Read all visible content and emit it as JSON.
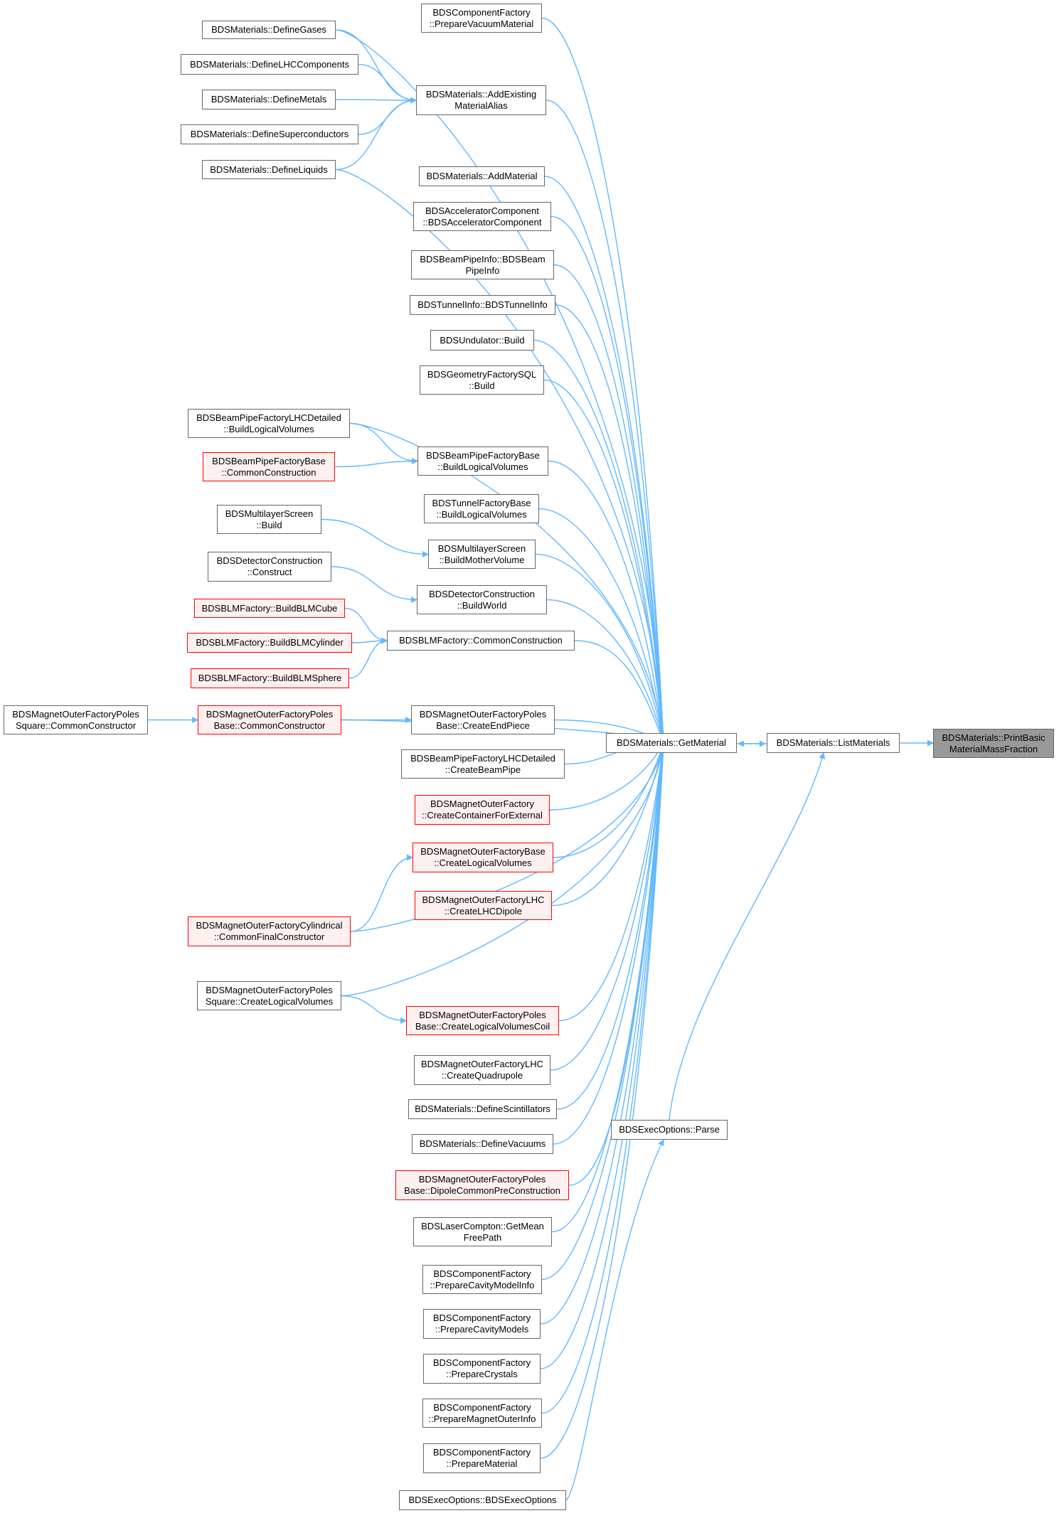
{
  "colors": {
    "edge": "#63b8ff",
    "border": "#666666",
    "partial_border": "#ff0000",
    "partial_fill": "#fff0f0",
    "focus_fill": "#999999"
  },
  "nodes": {
    "n1": [
      "BDSComponentFactory",
      "::PrepareVacuumMaterial"
    ],
    "n2": [
      "BDSMaterials::DefineGases"
    ],
    "n3": [
      "BDSMaterials::DefineLHCComponents"
    ],
    "n4": [
      "BDSMaterials::AddExisting",
      "MaterialAlias"
    ],
    "n5": [
      "BDSMaterials::DefineMetals"
    ],
    "n6": [
      "BDSMaterials::DefineSuperconductors"
    ],
    "n7": [
      "BDSMaterials::DefineLiquids"
    ],
    "n8": [
      "BDSMaterials::AddMaterial"
    ],
    "n9": [
      "BDSAcceleratorComponent",
      "::BDSAcceleratorComponent"
    ],
    "n10": [
      "BDSBeamPipeInfo::BDSBeam",
      "PipeInfo"
    ],
    "n11": [
      "BDSTunnelInfo::BDSTunnelInfo"
    ],
    "n12": [
      "BDSUndulator::Build"
    ],
    "n13": [
      "BDSGeometryFactorySQL",
      "::Build"
    ],
    "n14": [
      "BDSBeamPipeFactoryLHCDetailed",
      "::BuildLogicalVolumes"
    ],
    "n15": [
      "BDSBeamPipeFactoryBase",
      "::BuildLogicalVolumes"
    ],
    "n16": [
      "BDSBeamPipeFactoryBase",
      "::CommonConstruction"
    ],
    "n17": [
      "BDSTunnelFactoryBase",
      "::BuildLogicalVolumes"
    ],
    "n18": [
      "BDSMultilayerScreen",
      "::Build"
    ],
    "n19": [
      "BDSMultilayerScreen",
      "::BuildMotherVolume"
    ],
    "n20": [
      "BDSDetectorConstruction",
      "::Construct"
    ],
    "n21": [
      "BDSDetectorConstruction",
      "::BuildWorld"
    ],
    "n22": [
      "BDSBLMFactory::BuildBLMCube"
    ],
    "n23": [
      "BDSBLMFactory::BuildBLMCylinder"
    ],
    "n24": [
      "BDSBLMFactory::CommonConstruction"
    ],
    "n25": [
      "BDSBLMFactory::BuildBLMSphere"
    ],
    "n26": [
      "BDSMagnetOuterFactoryPoles",
      "Square::CommonConstructor"
    ],
    "n27": [
      "BDSMagnetOuterFactoryPoles",
      "Base::CommonConstructor"
    ],
    "n28": [
      "BDSMagnetOuterFactoryPoles",
      "Base::CreateEndPiece"
    ],
    "n29": [
      "BDSMaterials::GetMaterial"
    ],
    "n30": [
      "BDSMaterials::ListMaterials"
    ],
    "n31": [
      "BDSMaterials::PrintBasic",
      "MaterialMassFraction"
    ],
    "n32": [
      "BDSBeamPipeFactoryLHCDetailed",
      "::CreateBeamPipe"
    ],
    "n33": [
      "BDSMagnetOuterFactory",
      "::CreateContainerForExternal"
    ],
    "n34": [
      "BDSMagnetOuterFactoryBase",
      "::CreateLogicalVolumes"
    ],
    "n35": [
      "BDSMagnetOuterFactoryLHC",
      "::CreateLHCDipole"
    ],
    "n36": [
      "BDSMagnetOuterFactoryCylindrical",
      "::CommonFinalConstructor"
    ],
    "n37": [
      "BDSMagnetOuterFactoryPoles",
      "Square::CreateLogicalVolumes"
    ],
    "n38": [
      "BDSMagnetOuterFactoryPoles",
      "Base::CreateLogicalVolumesCoil"
    ],
    "n39": [
      "BDSMagnetOuterFactoryLHC",
      "::CreateQuadrupole"
    ],
    "n40": [
      "BDSMaterials::DefineScintillators"
    ],
    "n41": [
      "BDSExecOptions::Parse"
    ],
    "n42": [
      "BDSMaterials::DefineVacuums"
    ],
    "n43": [
      "BDSMagnetOuterFactoryPoles",
      "Base::DipoleCommonPreConstruction"
    ],
    "n44": [
      "BDSLaserCompton::GetMean",
      "FreePath"
    ],
    "n45": [
      "BDSComponentFactory",
      "::PrepareCavityModelInfo"
    ],
    "n46": [
      "BDSComponentFactory",
      "::PrepareCavityModels"
    ],
    "n47": [
      "BDSComponentFactory",
      "::PrepareCrystals"
    ],
    "n48": [
      "BDSComponentFactory",
      "::PrepareMagnetOuterInfo"
    ],
    "n49": [
      "BDSComponentFactory",
      "::PrepareMaterial"
    ],
    "n50": [
      "BDSExecOptions::BDSExecOptions"
    ]
  }
}
